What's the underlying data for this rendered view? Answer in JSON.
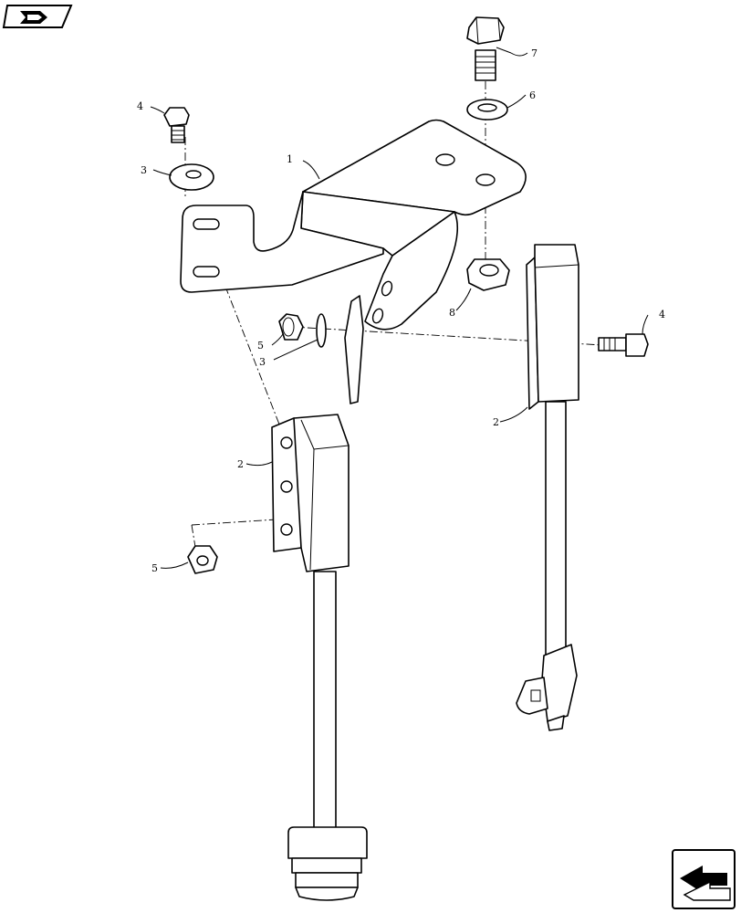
{
  "callouts": {
    "part_1": "1",
    "part_2_left": "2",
    "part_2_right": "2",
    "part_3_top": "3",
    "part_3_mid": "3",
    "part_4_top": "4",
    "part_4_right": "4",
    "part_5_mid": "5",
    "part_5_bottom": "5",
    "part_6": "6",
    "part_7": "7",
    "part_8": "8"
  },
  "icons": {
    "top_left": "book-pointer-icon",
    "bottom_right": "next-page-arrow-icon"
  }
}
